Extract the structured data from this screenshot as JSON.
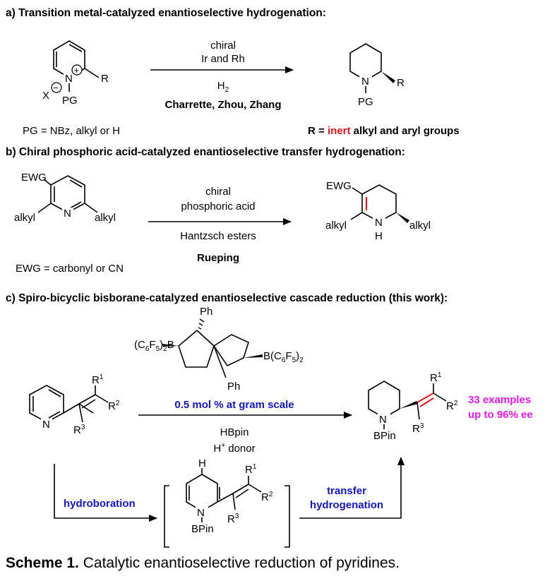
{
  "section_a": {
    "header": "a) Transition metal-catalyzed enantioselective hydrogenation:",
    "reagent_line1": "chiral",
    "reagent_line2": "Ir and Rh",
    "reagent_line3": "H",
    "reagent_line3_sub": "2",
    "authors": "Charrette, Zhou, Zhang",
    "pg_note": "PG = NBz, alkyl or H",
    "r_note_prefix": "R = ",
    "r_note_highlight": "inert",
    "r_note_suffix": " alkyl and aryl groups",
    "atom_x": "X",
    "atom_r": "R",
    "atom_n": "N",
    "atom_pg": "PG",
    "plus": "+",
    "minus": "−"
  },
  "section_b": {
    "header": "b) Chiral phosphoric acid-catalyzed enantioselective transfer hydrogenation:",
    "reagent_line1": "chiral",
    "reagent_line2": "phosphoric acid",
    "reagent_line3": "Hantzsch esters",
    "author": "Rueping",
    "ewg_note": "EWG = carbonyl or CN",
    "atom_ewg": "EWG",
    "atom_alkyl": "alkyl",
    "atom_n": "N",
    "atom_h": "H"
  },
  "section_c": {
    "header": "c) Spiro-bicyclic bisborane-catalyzed enantioselective cascade reduction (this work):",
    "catalyst_loading": "0.5 mol % at gram scale",
    "reagent1": "HBpin",
    "reagent2_main": "H",
    "reagent2_sup": "+",
    "reagent2_tail": " donor",
    "result_line1": "33 examples",
    "result_line2": "up to 96% ee",
    "step1": "hydroboration",
    "step2_line1": "transfer",
    "step2_line2": "hydrogenation",
    "atom_ph": "Ph",
    "atom_bc6f5": "B(C",
    "atom_c6f5_sub1": "6",
    "atom_c6f5_mid": "F",
    "atom_c6f5_sub2": "5",
    "atom_c6f5_close": ")",
    "atom_c6f5_sub3": "2",
    "atom_c6f5_open": "(C",
    "atom_b_tail": ")",
    "atom_bpin": "BPin",
    "atom_r": "R",
    "sup1": "1",
    "sup2": "2",
    "sup3": "3"
  },
  "caption": {
    "label": "Scheme 1.",
    "text": " Catalytic enantioselective reduction of pyridines."
  },
  "colors": {
    "highlight_red": "#e8141c",
    "highlight_blue": "#1414c8",
    "highlight_magenta": "#e619e6",
    "bond_red": "#e8141c"
  }
}
